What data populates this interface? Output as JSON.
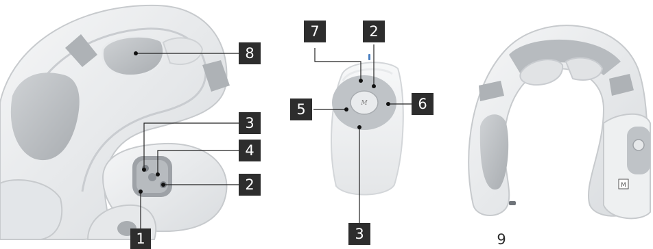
{
  "callouts": {
    "c1": "1",
    "c2_top": "2",
    "c2_mid": "2",
    "c3_left": "3",
    "c3_bottom": "3",
    "c4": "4",
    "c5": "5",
    "c6": "6",
    "c7": "7",
    "c8": "8"
  },
  "figure_label": "9",
  "remote_logo": "M",
  "side_logo": "M"
}
